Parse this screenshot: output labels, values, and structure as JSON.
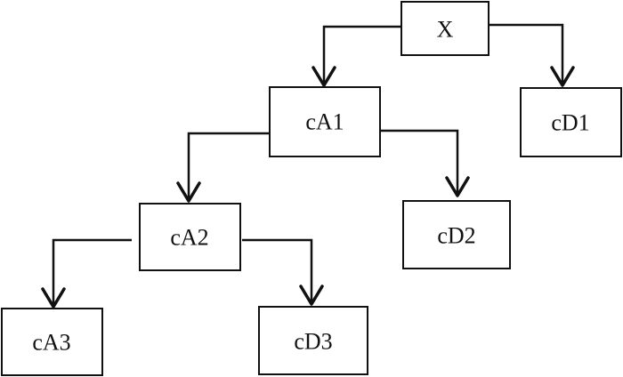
{
  "diagram": {
    "nodes": {
      "x": "X",
      "ca1": "cA1",
      "cd1": "cD1",
      "ca2": "cA2",
      "cd2": "cD2",
      "ca3": "cA3",
      "cd3": "cD3"
    },
    "edges": [
      {
        "from": "X",
        "to": "cA1"
      },
      {
        "from": "X",
        "to": "cD1"
      },
      {
        "from": "cA1",
        "to": "cA2"
      },
      {
        "from": "cA1",
        "to": "cD2"
      },
      {
        "from": "cA2",
        "to": "cA3"
      },
      {
        "from": "cA2",
        "to": "cD3"
      }
    ]
  }
}
